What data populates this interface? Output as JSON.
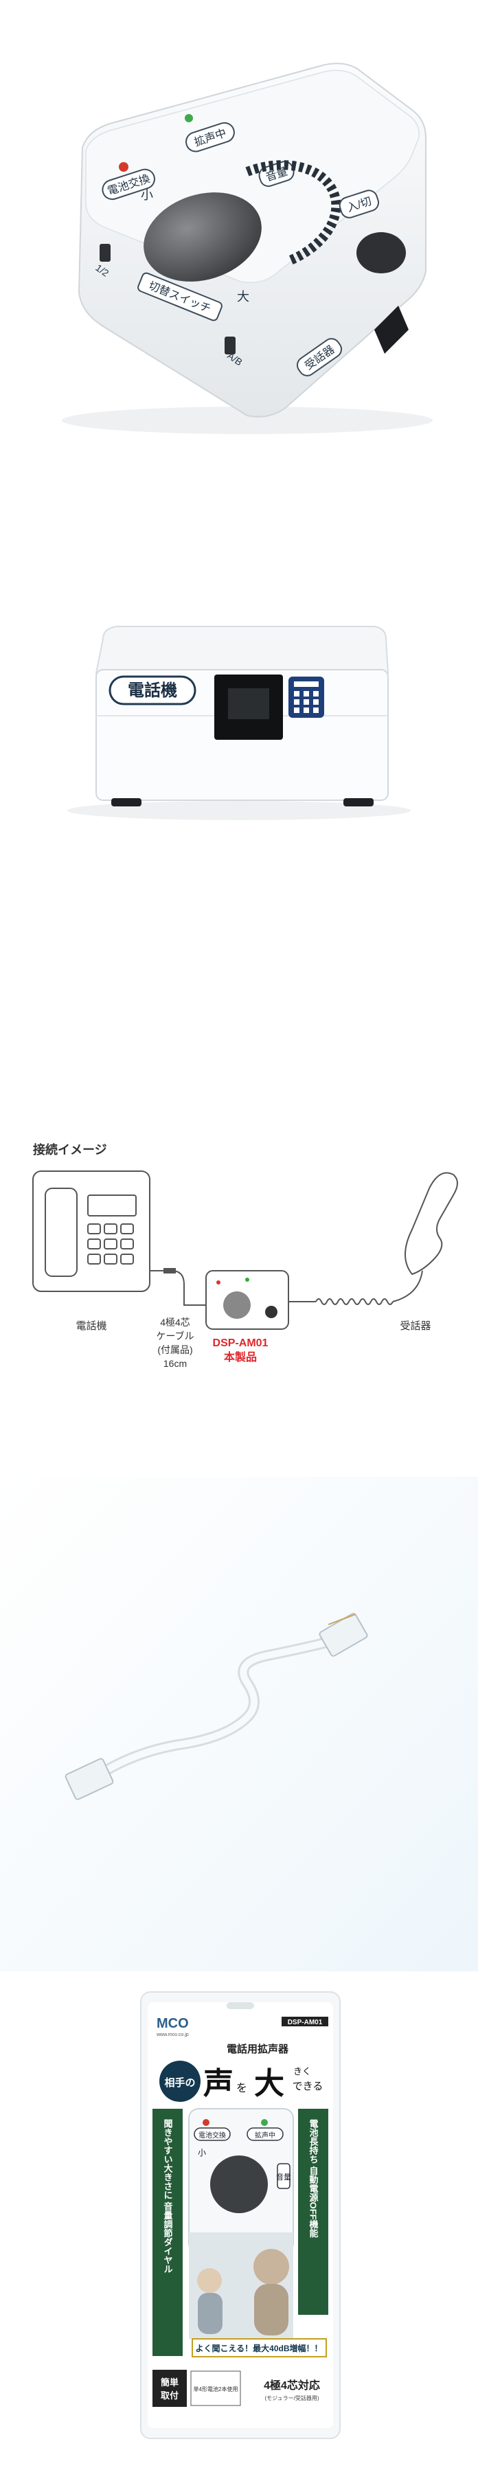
{
  "device": {
    "battery_label": "電池交換",
    "amplify_label": "拡声中",
    "volume_label": "音量",
    "power_label": "入/切",
    "small_mark": "小",
    "large_mark": "大",
    "switch_label": "切替スイッチ",
    "receiver_label": "受話器",
    "switch_pos_left": "1/2",
    "switch_pos_right": "A/B"
  },
  "rear": {
    "phone_label": "電話機"
  },
  "diagram": {
    "title": "接続イメージ",
    "phone_caption": "電話機",
    "cable_line1": "4極4芯",
    "cable_line2": "ケーブル",
    "cable_line3": "(付属品)",
    "cable_line4": "16cm",
    "model": "DSP-AM01",
    "product": "本製品",
    "receiver_caption": "受話器"
  },
  "package": {
    "brand": "MCO",
    "brand_url": "www.mco.co.jp",
    "model_tag": "DSP-AM01",
    "category": "電話用拡声器",
    "headline_1": "相手の",
    "headline_2": "声",
    "headline_3": "を",
    "headline_4": "大",
    "headline_5": "きく",
    "headline_6": "できる",
    "left_band": "聞きやすい大きさに 音量調節ダイヤル",
    "right_band": "電池長持ち 自動電源OFF機能",
    "device_battery": "電池交換",
    "device_amp": "拡声中",
    "device_small": "小",
    "device_vol": "音量",
    "promo": "よく聞こえる！最大40dB増幅！！",
    "easy_1": "簡単",
    "easy_2": "取付",
    "spec_box": "単4形電池2本使用",
    "bottom_spec": "4極4芯対応",
    "bottom_sub": "(モジュラー/受話器用)"
  }
}
